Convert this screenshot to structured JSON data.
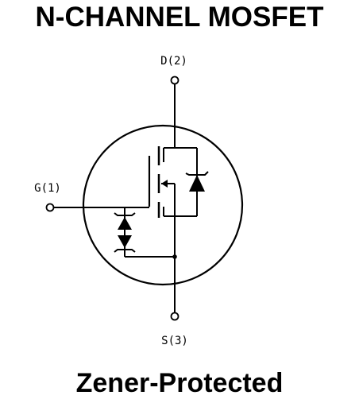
{
  "title": "N-CHANNEL MOSFET",
  "subtitle": "Zener-Protected",
  "pins": {
    "drain": "D(2)",
    "gate": "G(1)",
    "source": "S(3)"
  },
  "colors": {
    "line": "#000000",
    "background": "#ffffff"
  }
}
